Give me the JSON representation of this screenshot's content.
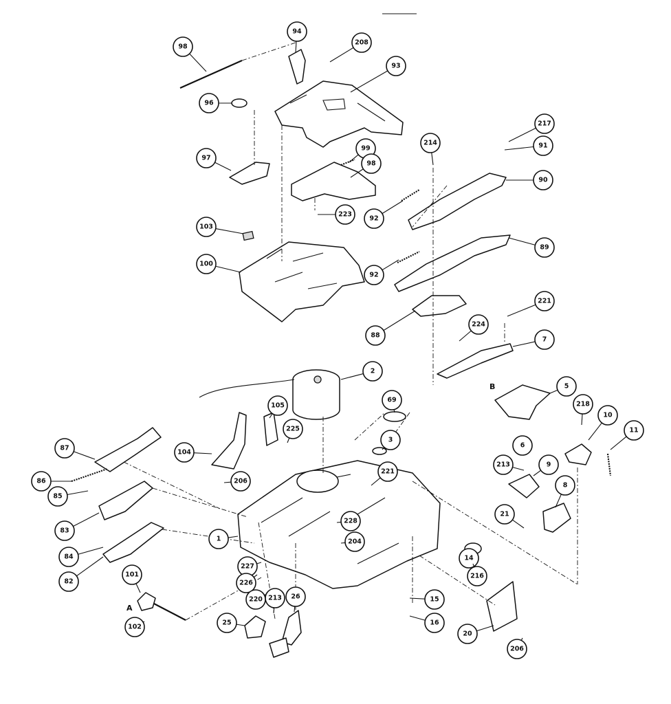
{
  "callouts": [
    {
      "label": "98"
    },
    {
      "label": "94"
    },
    {
      "label": "208"
    },
    {
      "label": "93"
    },
    {
      "label": "96"
    },
    {
      "label": "97"
    },
    {
      "label": "99"
    },
    {
      "label": "98"
    },
    {
      "label": "223"
    },
    {
      "label": "214"
    },
    {
      "label": "217"
    },
    {
      "label": "91"
    },
    {
      "label": "90"
    },
    {
      "label": "92"
    },
    {
      "label": "103"
    },
    {
      "label": "100"
    },
    {
      "label": "92"
    },
    {
      "label": "89"
    },
    {
      "label": "88"
    },
    {
      "label": "221"
    },
    {
      "label": "224"
    },
    {
      "label": "7"
    },
    {
      "label": "2"
    },
    {
      "label": "69"
    },
    {
      "label": "105"
    },
    {
      "label": "225"
    },
    {
      "label": "104"
    },
    {
      "label": "87"
    },
    {
      "label": "86"
    },
    {
      "label": "206"
    },
    {
      "label": "85"
    },
    {
      "label": "83"
    },
    {
      "label": "3"
    },
    {
      "label": "5"
    },
    {
      "label": "6"
    },
    {
      "label": "218"
    },
    {
      "label": "10"
    },
    {
      "label": "11"
    },
    {
      "label": "221"
    },
    {
      "label": "213"
    },
    {
      "label": "9"
    },
    {
      "label": "8"
    },
    {
      "label": "1"
    },
    {
      "label": "228"
    },
    {
      "label": "204"
    },
    {
      "label": "84"
    },
    {
      "label": "21"
    },
    {
      "label": "14"
    },
    {
      "label": "216"
    },
    {
      "label": "82"
    },
    {
      "label": "227"
    },
    {
      "label": "226"
    },
    {
      "label": "220"
    },
    {
      "label": "101"
    },
    {
      "label": "213"
    },
    {
      "label": "26"
    },
    {
      "label": "15"
    },
    {
      "label": "25"
    },
    {
      "label": "102"
    },
    {
      "label": "16"
    },
    {
      "label": "20"
    },
    {
      "label": "206"
    }
  ],
  "letters": [
    {
      "label": "A"
    },
    {
      "label": "B"
    }
  ]
}
